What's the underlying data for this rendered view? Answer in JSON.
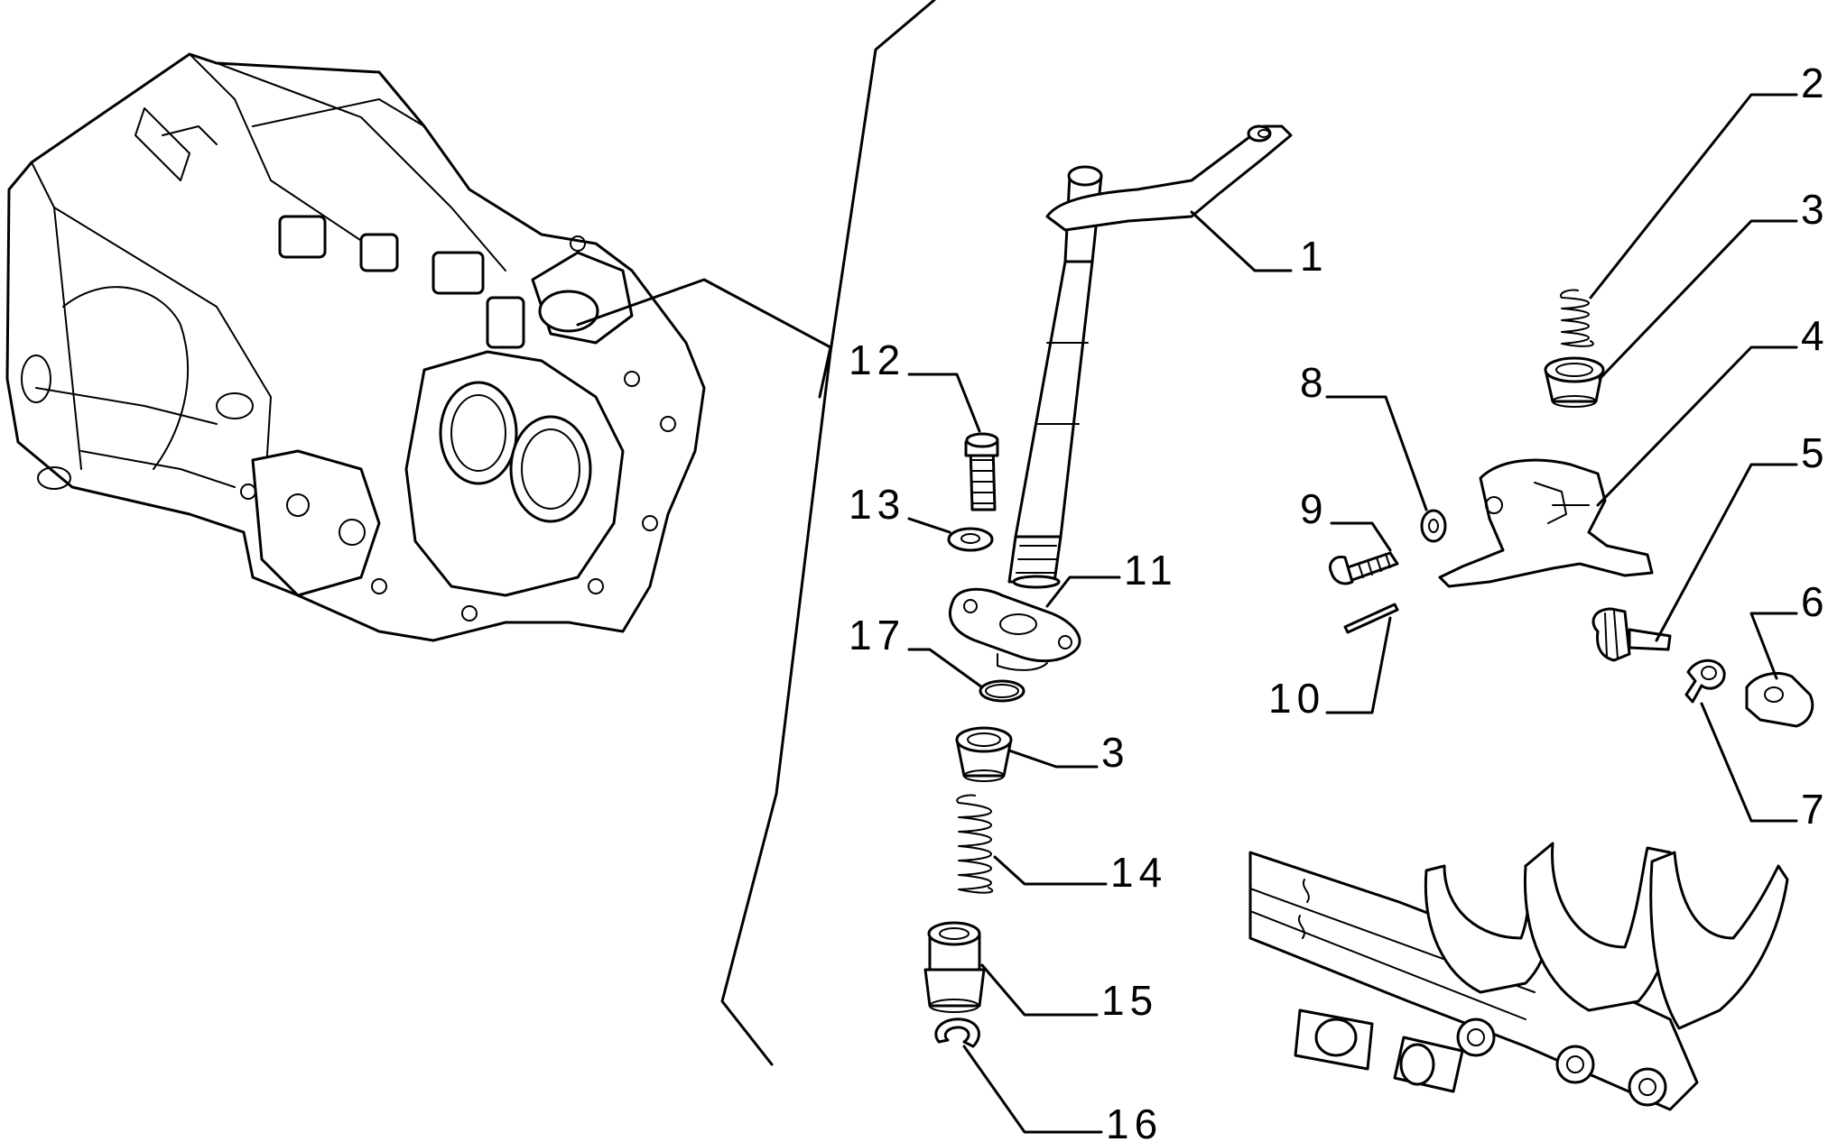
{
  "diagram": {
    "background": "#ffffff",
    "line_color": "#000000",
    "icons": [
      "gearbox-housing",
      "shift-shaft",
      "selector-forks",
      "spring",
      "bushing",
      "bolt",
      "washer",
      "seal-plate",
      "pin",
      "circlip"
    ],
    "callouts": {
      "c1": "1",
      "c2": "2",
      "c3_top": "3",
      "c3_bottom": "3",
      "c4": "4",
      "c5": "5",
      "c6": "6",
      "c7": "7",
      "c8": "8",
      "c9": "9",
      "c10": "10",
      "c11": "11",
      "c12": "12",
      "c13": "13",
      "c14": "14",
      "c15": "15",
      "c16": "16",
      "c17": "17"
    }
  }
}
